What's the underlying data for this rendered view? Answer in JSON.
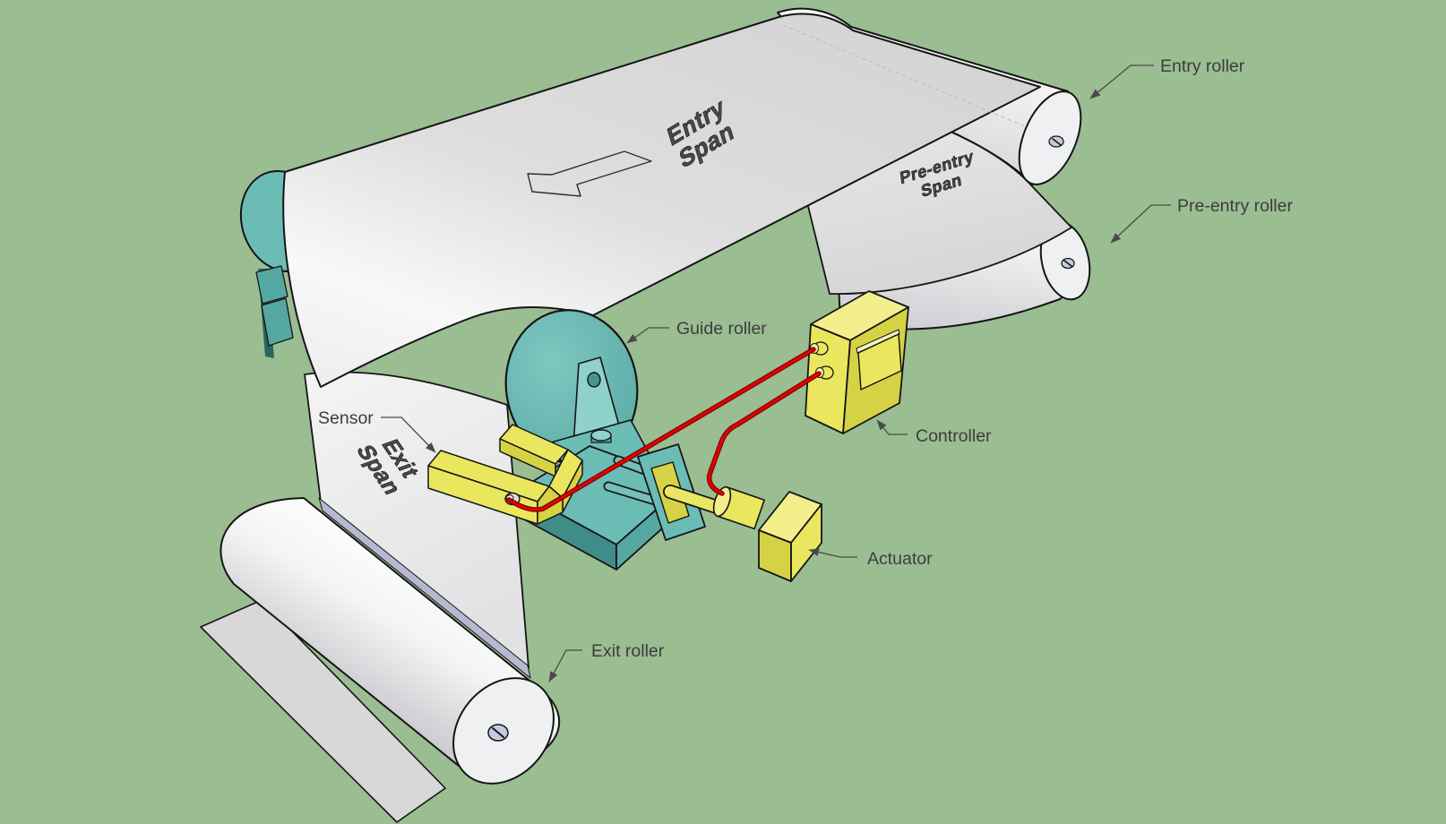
{
  "diagram": {
    "type": "3d-technical-illustration",
    "subject": "Web guiding system with sensor, controller and actuator"
  },
  "labels": {
    "entry_roller": "Entry roller",
    "pre_entry_roller": "Pre-entry roller",
    "guide_roller": "Guide roller",
    "sensor": "Sensor",
    "controller": "Controller",
    "actuator": "Actuator",
    "exit_roller": "Exit roller"
  },
  "span_texts": {
    "entry": [
      "Entry",
      "Span"
    ],
    "pre_entry": [
      "Pre-entry",
      "Span"
    ],
    "exit": [
      "Exit",
      "Span"
    ]
  },
  "colors": {
    "background": "#9abd92",
    "web_light": "#f5f5f5",
    "web_gray": "#dcdcdc",
    "web_shadow": "#b7b9d2",
    "roller_face": "#eef0f2",
    "teal_light": "#8fd2cc",
    "teal": "#6cbcb6",
    "teal_mid": "#55a7a2",
    "teal_dark": "#3f8c89",
    "yellow_light": "#f2ef8c",
    "yellow": "#eae75f",
    "yellow_dark": "#d6d246",
    "wire_red": "#e60000",
    "wire_dark": "#7c0000",
    "outline": "#151515",
    "label_text": "#3d3d3d",
    "leader_line": "#4a4a4a"
  }
}
